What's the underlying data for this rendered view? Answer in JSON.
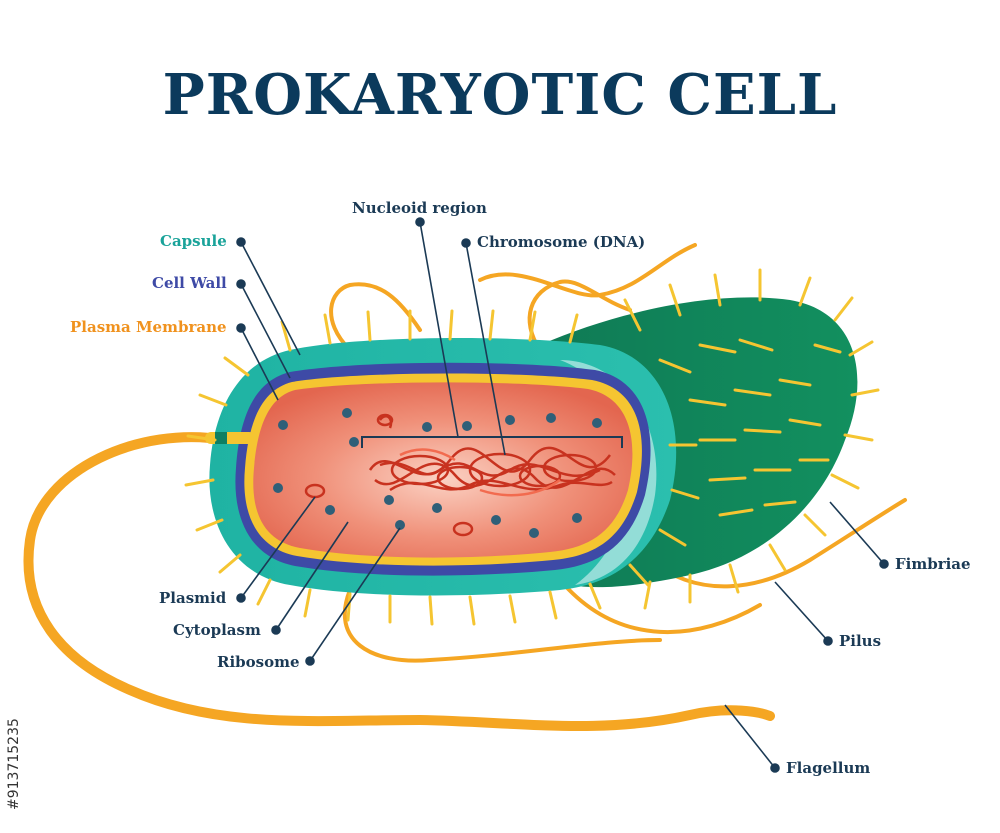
{
  "title": "PROKARYOTIC CELL",
  "labels": {
    "capsule": "Capsule",
    "cell_wall": "Cell Wall",
    "plasma_membrane": "Plasma Membrane",
    "nucleoid_region": "Nucleoid region",
    "chromosome": "Chromosome (DNA)",
    "plasmid": "Plasmid",
    "cytoplasm": "Cytoplasm",
    "ribosome": "Ribosome",
    "fimbriae": "Fimbriae",
    "pilus": "Pilus",
    "flagellum": "Flagellum"
  },
  "stock_id": "#913715235",
  "colors": {
    "title": "#0b3a5c",
    "label": "#1b3a55",
    "capsule": "#1aa39a",
    "cell_wall": "#3e4aa6",
    "plasma_membrane": "#f0921e",
    "capsule_dark": "#0e7f62",
    "cytoplasm": "#e56a52",
    "ribosome": "#2f5f78",
    "fimbriae": "#f5c531",
    "flagellum": "#f5a623"
  }
}
